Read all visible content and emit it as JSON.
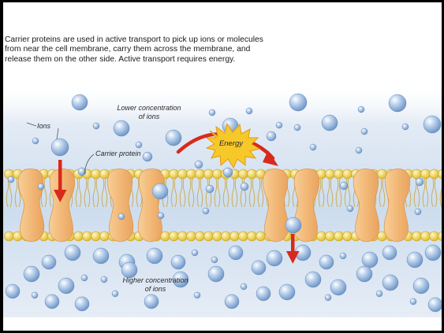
{
  "caption": "Carrier proteins are used in active transport to pick up ions or molecules from near the cell membrane, carry them across the membrane, and release them on the other side. Active transport requires energy.",
  "labels": {
    "ions": "Ions",
    "carrier_protein": "Carrier protein",
    "energy": "Energy",
    "lower_concentration_line1": "Lower concentration",
    "lower_concentration_line2": "of ions",
    "higher_concentration_line1": "Higher concentration",
    "higher_concentration_line2": "of ions"
  },
  "colors": {
    "fluid_top": "#dfe8f3",
    "fluid_bottom": "#b9cde4",
    "phospholipid_head": "#f2d64a",
    "protein_fill": "#f2bd7f",
    "protein_stroke": "#d99a55",
    "ion": "#8fb3db",
    "arrow": "#d9291c",
    "energy_burst": "#f5c423"
  },
  "icons": {
    "ion": "ion-sphere",
    "arrow": "down-arrow",
    "energy": "energy-burst"
  }
}
